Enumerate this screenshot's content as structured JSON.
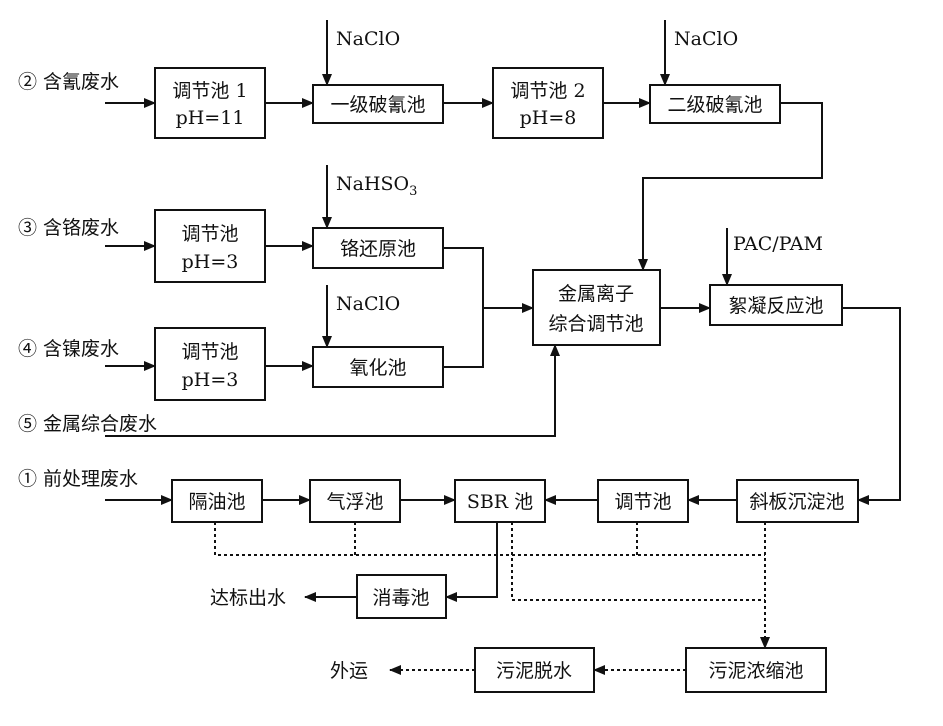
{
  "inputs": {
    "cyanide": "② 含氰废水",
    "chromium": "③ 含铬废水",
    "nickel": "④ 含镍废水",
    "metal": "⑤ 金属综合废水",
    "pretreat": "① 前处理废水"
  },
  "reagents": {
    "naclo_1": "NaClO",
    "naclo_2": "NaClO",
    "nahso3": "NaHSO",
    "nahso3_sub": "3",
    "naclo_3": "NaClO",
    "pac_pam": "PAC/PAM"
  },
  "boxes": {
    "adjust1": [
      "调节池 1",
      "pH=11"
    ],
    "cn1": "一级破氰池",
    "adjust2": [
      "调节池 2",
      "pH=8"
    ],
    "cn2": "二级破氰池",
    "adjust_cr": [
      "调节池",
      "pH=3"
    ],
    "cr_reduce": "铬还原池",
    "metal_adjust": [
      "金属离子",
      "综合调节池"
    ],
    "flocc": "絮凝反应池",
    "adjust_ni": [
      "调节池",
      "pH=3"
    ],
    "oxid": "氧化池",
    "oil": "隔油池",
    "float": "气浮池",
    "sbr": "SBR 池",
    "adjust": "调节池",
    "settle": "斜板沉淀池",
    "disinfect": "消毒池",
    "dewater": "污泥脱水",
    "thicken": "污泥浓缩池"
  },
  "outputs": {
    "effluent": "达标出水",
    "haul": "外运"
  }
}
